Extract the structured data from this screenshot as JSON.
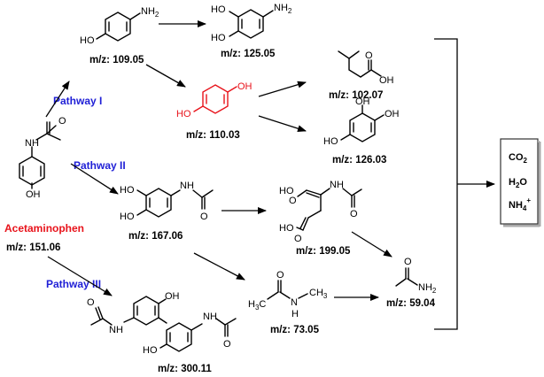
{
  "pathways": {
    "p1": "Pathway I",
    "p2": "Pathway II",
    "p3": "Pathway III"
  },
  "parent": {
    "name": "Acetaminophen",
    "mz": "m/z: 151.06"
  },
  "compounds": {
    "c109": "m/z: 109.05",
    "c125": "m/z: 125.05",
    "c110": "m/z: 110.03",
    "c102": "m/z: 102.07",
    "c126": "m/z: 126.03",
    "c167": "m/z: 167.06",
    "c199": "m/z: 199.05",
    "c59": "m/z: 59.04",
    "c73": "m/z: 73.05",
    "c300": "m/z: 300.11"
  },
  "atoms": {
    "NH": "NH",
    "NH2": "NH",
    "OH": "OH",
    "HO": "HO",
    "O": "O",
    "N": "N",
    "H": "H",
    "C": "C",
    "sub2": "2",
    "sub3": "3"
  },
  "final_products": {
    "co2_main": "CO",
    "co2_sub": "2",
    "h2o_h": "H",
    "h2o_sub": "2",
    "h2o_o": "O",
    "nh4_main": "NH",
    "nh4_sub": "4",
    "nh4_sup": "+"
  },
  "colors": {
    "pathway_label": "#1f1fd6",
    "highlight_red": "#e8131b"
  }
}
